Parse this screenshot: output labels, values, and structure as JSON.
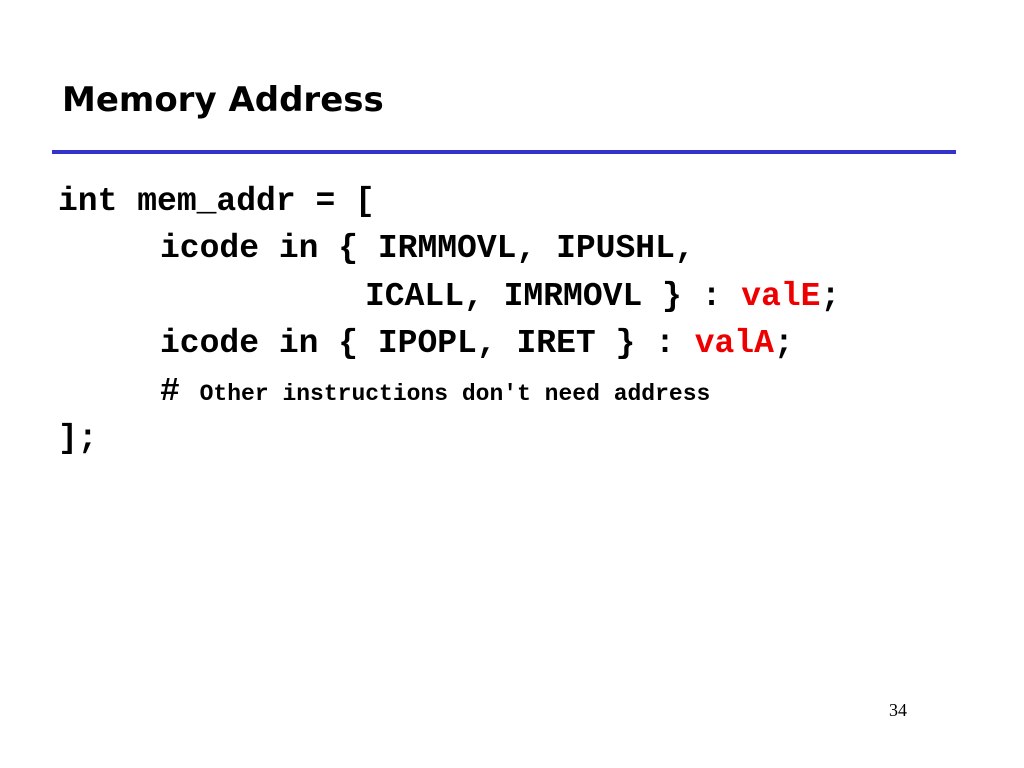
{
  "slide": {
    "title": "Memory Address",
    "page_number": "34"
  },
  "code": {
    "line1": "int mem_addr = [",
    "line2": "icode in { IRMMOVL, IPUSHL,",
    "line3_pre": "ICALL, IMRMOVL } : ",
    "line3_val": "valE",
    "line3_post": ";",
    "line4_pre": "icode in { IPOPL, IRET } : ",
    "line4_val": "valA",
    "line4_post": ";",
    "line5_hash": "#",
    "line5_comment": "Other instructions don't need address",
    "line6": "];"
  },
  "colors": {
    "rule": "#3333cc",
    "highlight": "#ee0000"
  }
}
